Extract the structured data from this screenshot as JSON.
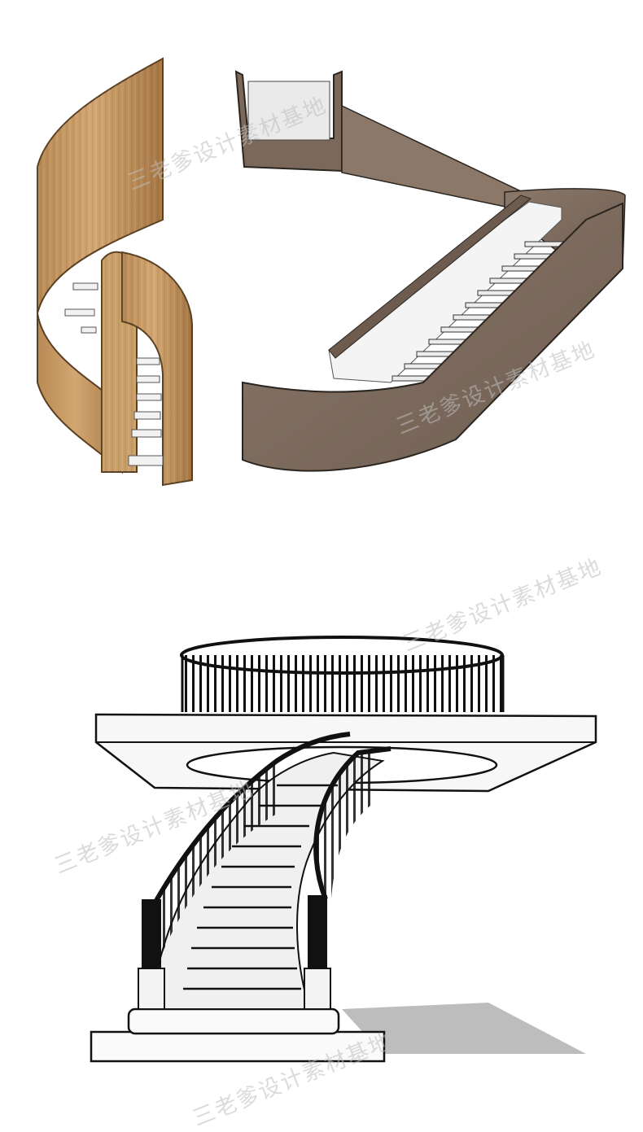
{
  "watermark": {
    "text": "三老爹设计素材基地"
  },
  "colors": {
    "wood_light": "#c99a63",
    "wood_dark": "#a87a48",
    "walnut": "#7b6a5c",
    "walnut_light": "#9a8878",
    "marble": "#f4f4f4",
    "ink": "#111111",
    "shadow": "#bdbdbd"
  },
  "figures": [
    {
      "name": "spiral-wood-staircase"
    },
    {
      "name": "walnut-switchback-staircase"
    },
    {
      "name": "curved-baluster-staircase"
    }
  ]
}
